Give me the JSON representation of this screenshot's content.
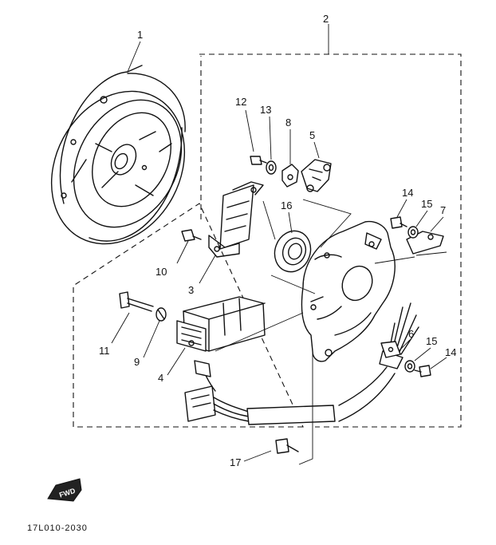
{
  "labels": {
    "p1": "1",
    "p2": "2",
    "p3": "3",
    "p4": "4",
    "p5": "5",
    "p6": "6",
    "p7": "7",
    "p8": "8",
    "p9": "9",
    "p10": "10",
    "p11": "11",
    "p12": "12",
    "p13": "13",
    "p14": "14",
    "p15": "15",
    "p16": "16",
    "p17": "17"
  },
  "logo": {
    "fwd": "FWD"
  },
  "drawing_code": "17L010-2030"
}
